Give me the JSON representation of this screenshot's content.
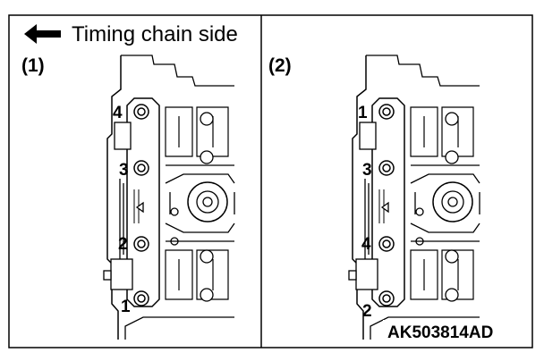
{
  "legend": {
    "text": "Timing chain side",
    "arrow_icon": "arrow-left-icon"
  },
  "panels": [
    {
      "label": "(1)",
      "bolts": {
        "top": "4",
        "upper_middle": "3",
        "lower_middle": "2",
        "bottom": "1"
      }
    },
    {
      "label": "(2)",
      "bolts": {
        "top": "1",
        "upper_middle": "3",
        "lower_middle": "4",
        "bottom": "2"
      }
    }
  ],
  "figure_code": "AK503814AD",
  "colors": {
    "line": "#000000",
    "background": "#ffffff",
    "bolt_fill": "#ffffff"
  }
}
